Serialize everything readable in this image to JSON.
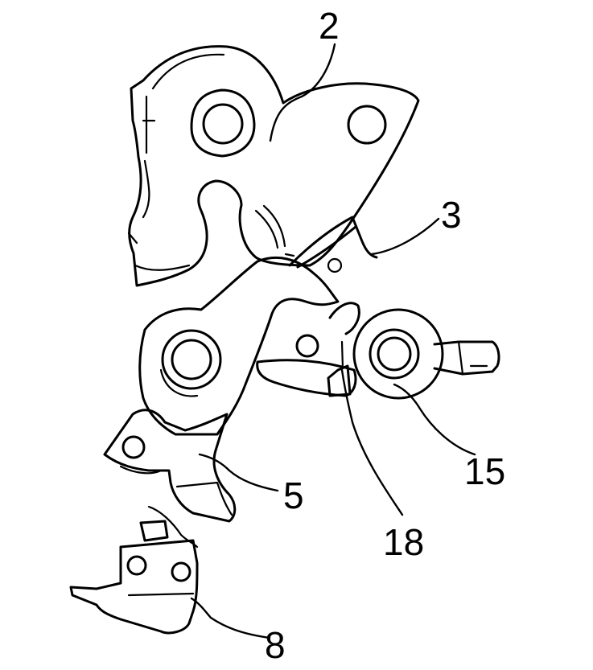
{
  "figure": {
    "reference_numerals": [
      {
        "id": "ref-2",
        "label": "2"
      },
      {
        "id": "ref-3",
        "label": "3"
      },
      {
        "id": "ref-5",
        "label": "5"
      },
      {
        "id": "ref-8",
        "label": "8"
      },
      {
        "id": "ref-15",
        "label": "15"
      },
      {
        "id": "ref-18",
        "label": "18"
      }
    ]
  }
}
